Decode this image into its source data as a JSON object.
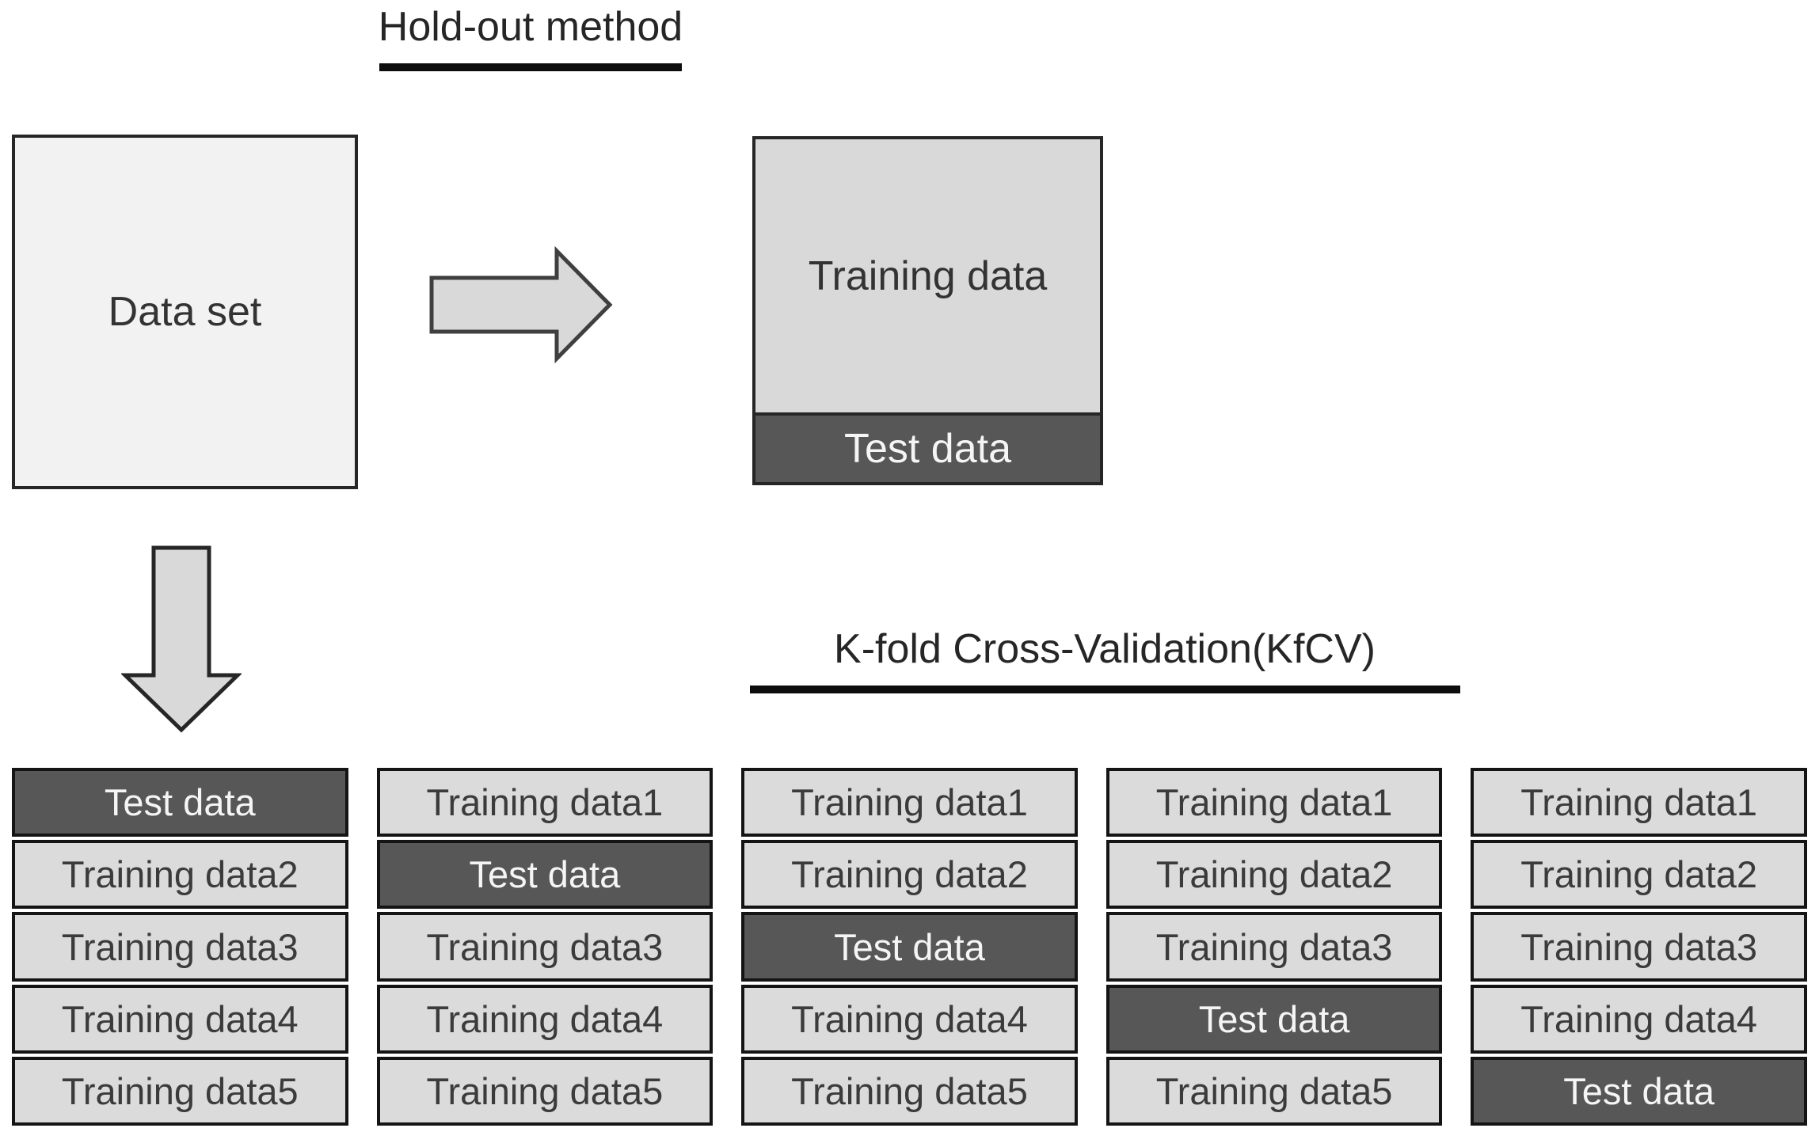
{
  "holdout": {
    "title": "Hold-out method",
    "dataset_label": "Data set",
    "training_label": "Training data",
    "test_label": "Test data"
  },
  "kfcv": {
    "title": "K-fold Cross-Validation(KfCV)",
    "folds": [
      {
        "cells": [
          {
            "label": "Test data",
            "type": "test"
          },
          {
            "label": "Training data2",
            "type": "train"
          },
          {
            "label": "Training data3",
            "type": "train"
          },
          {
            "label": "Training data4",
            "type": "train"
          },
          {
            "label": "Training data5",
            "type": "train"
          }
        ]
      },
      {
        "cells": [
          {
            "label": "Training data1",
            "type": "train"
          },
          {
            "label": "Test data",
            "type": "test"
          },
          {
            "label": "Training data3",
            "type": "train"
          },
          {
            "label": "Training data4",
            "type": "train"
          },
          {
            "label": "Training data5",
            "type": "train"
          }
        ]
      },
      {
        "cells": [
          {
            "label": "Training data1",
            "type": "train"
          },
          {
            "label": "Training data2",
            "type": "train"
          },
          {
            "label": "Test data",
            "type": "test"
          },
          {
            "label": "Training data4",
            "type": "train"
          },
          {
            "label": "Training data5",
            "type": "train"
          }
        ]
      },
      {
        "cells": [
          {
            "label": "Training data1",
            "type": "train"
          },
          {
            "label": "Training data2",
            "type": "train"
          },
          {
            "label": "Training data3",
            "type": "train"
          },
          {
            "label": "Test data",
            "type": "test"
          },
          {
            "label": "Training data5",
            "type": "train"
          }
        ]
      },
      {
        "cells": [
          {
            "label": "Training data1",
            "type": "train"
          },
          {
            "label": "Training data2",
            "type": "train"
          },
          {
            "label": "Training data3",
            "type": "train"
          },
          {
            "label": "Training data4",
            "type": "train"
          },
          {
            "label": "Test data",
            "type": "test"
          }
        ]
      }
    ]
  },
  "colors": {
    "light_gray": "#dbdbdb",
    "pale_gray": "#f2f2f2",
    "dark_gray": "#575757",
    "arrow_fill": "#d9d9d9",
    "border_dark": "#262626",
    "underline": "#0d0d0d",
    "text_dark": "#333333",
    "text_light": "#f5f5f5"
  }
}
